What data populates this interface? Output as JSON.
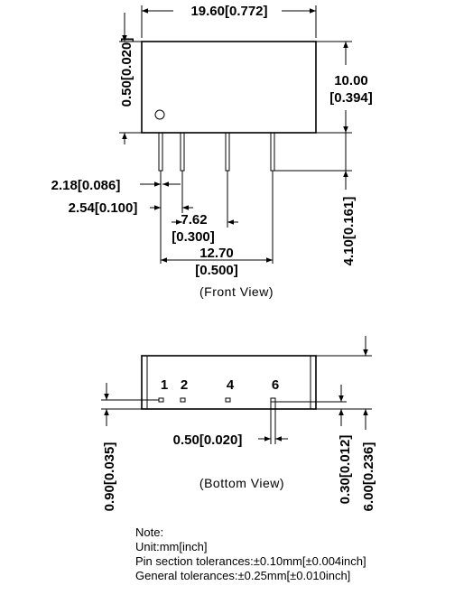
{
  "front_view": {
    "caption": "(Front View)",
    "width": "19.60[0.772]",
    "top_gap": "0.50[0.020]",
    "height_mm": "10.00",
    "height_in": "[0.394]",
    "pin_length": "4.10[0.161]",
    "pin_offset": "2.18[0.086]",
    "pin_pitch": "2.54[0.100]",
    "pin_span_small_mm": "7.62",
    "pin_span_small_in": "[0.300]",
    "pin_span_large_mm": "12.70",
    "pin_span_large_in": "[0.500]"
  },
  "bottom_view": {
    "caption": "(Bottom View)",
    "pins": [
      "1",
      "2",
      "4",
      "6"
    ],
    "pin_width": "0.50[0.020]",
    "pin_row_offset": "0.90[0.035]",
    "pin_thickness": "0.30[0.012]",
    "depth": "6.00[0.236]"
  },
  "notes": {
    "heading": "Note:",
    "unit": "Unit:mm[inch]",
    "pin_tolerance": "Pin section tolerances:±0.10mm[±0.004inch]",
    "general_tolerance": "General tolerances:±0.25mm[±0.010inch]"
  }
}
